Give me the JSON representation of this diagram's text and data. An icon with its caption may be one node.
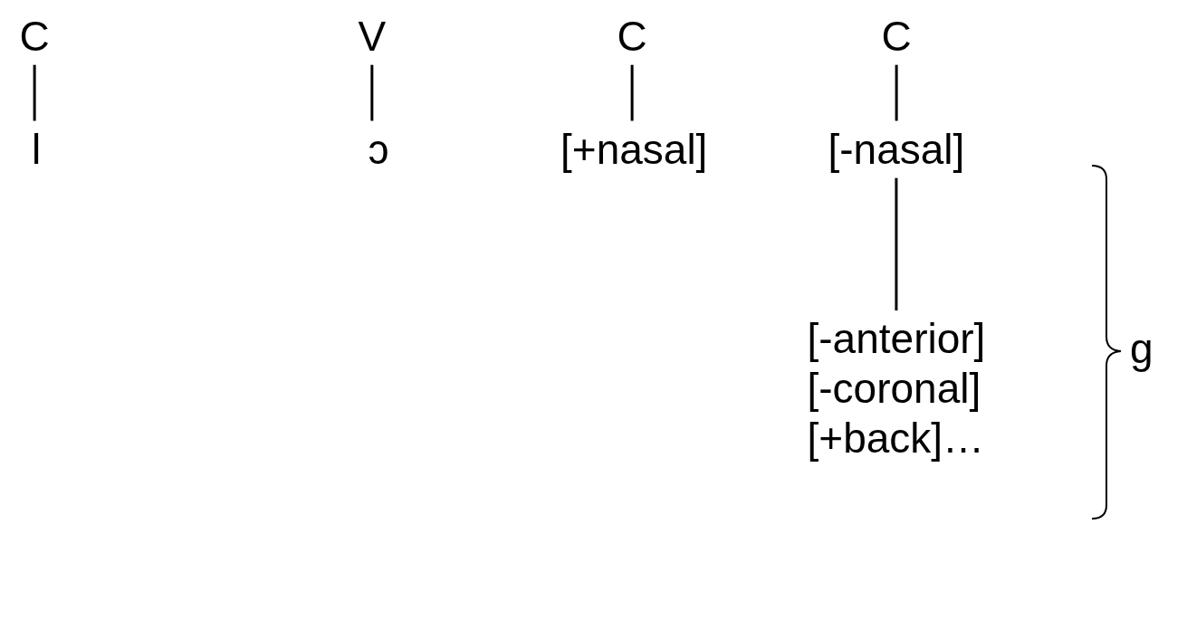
{
  "diagram": {
    "nodes": [
      {
        "text": [
          "C"
        ]
      },
      {
        "text": [
          "l"
        ]
      },
      {
        "text": [
          "V"
        ]
      },
      {
        "text": [
          "ɔ"
        ]
      },
      {
        "text": [
          "C"
        ]
      },
      {
        "text": [
          "[+nasal]"
        ]
      },
      {
        "text": [
          "C"
        ]
      },
      {
        "text": [
          "[-nasal]"
        ]
      },
      {
        "text": [
          "[-anterior]",
          "[-coronal]",
          "[+back]…"
        ]
      }
    ],
    "edges": [
      {
        "from": 0,
        "to": 1,
        "arrow": "none"
      },
      {
        "from": 2,
        "to": 3,
        "arrow": "none"
      },
      {
        "from": 4,
        "to": 5,
        "arrow": "none"
      },
      {
        "from": 6,
        "to": 7,
        "arrow": "none"
      },
      {
        "from": 7,
        "to": 8,
        "arrow": "none"
      }
    ],
    "labels": [
      "g"
    ]
  }
}
